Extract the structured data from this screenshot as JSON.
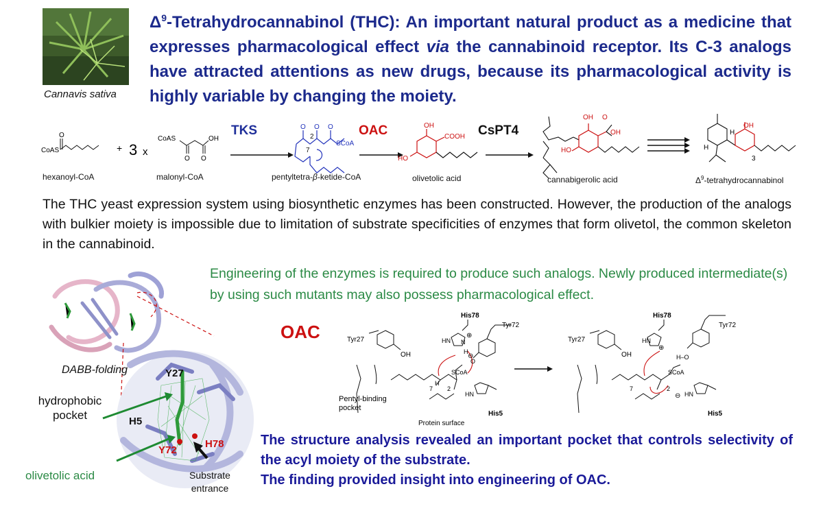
{
  "header": {
    "title_prefix": "Δ",
    "title_sup": "9",
    "title_part1": "-Tetrahydrocannabinol (THC): An important natural product as a medicine that expresses pharmacological effect ",
    "title_via": "via",
    "title_part2": " the cannabinoid receptor. Its C-3 analogs have attracted attentions as new drugs, because its pharmacological activity is highly variable by changing the moiety.",
    "plant_caption": "Cannavis sativa"
  },
  "scheme": {
    "enzymes": {
      "tks": "TKS",
      "oac": "OAC",
      "cspt4": "CsPT4"
    },
    "compounds": {
      "hexanoyl": "hexanoyl-CoA",
      "malonyl": "malonyl-CoA",
      "tetraketide_prefix": "pentyltetra-",
      "tetraketide_beta": "β",
      "tetraketide_suffix": "-ketide-CoA",
      "olivetolic": "olivetolic acid",
      "cbga": "cannabigerolic acid",
      "thc_prefix": "Δ",
      "thc_sup": "9",
      "thc_suffix": "-tetrahydrocannabinol"
    },
    "plus": "+",
    "three": "3",
    "times": "x",
    "atoms": {
      "coas": "CoAS",
      "o": "O",
      "oh": "OH",
      "ho": "HO",
      "cooh": "COOH",
      "scoa": "SCoA",
      "h": "H",
      "two": "2",
      "seven": "7",
      "three": "3"
    }
  },
  "paragraph1": "The THC yeast expression system using biosynthetic enzymes has been constructed. However, the production of the analogs with bulkier moiety is impossible due to limitation of substrate specificities of enzymes that form olivetol, the common skeleton in the cannabinoid.",
  "paragraph2": "Engineering of the enzymes is required to produce such analogs. Newly produced intermediate(s) by using such mutants may also possess pharmacological effect.",
  "structure": {
    "dabb": "DABB-folding",
    "hydrophobic_line1": "hydrophobic",
    "hydrophobic_line2": "pocket",
    "olivetolic": "olivetolic acid",
    "y27": "Y27",
    "h5": "H5",
    "y72": "Y72",
    "h78": "H78",
    "substrate_line1": "Substrate",
    "substrate_line2": "entrance"
  },
  "mechanism": {
    "oac": "OAC",
    "his78": "His78",
    "tyr72": "Tyr72",
    "tyr27": "Tyr27",
    "his5": "His5",
    "pentyl_line1": "Pentyl-binding",
    "pentyl_line2": "pocket",
    "protein_surface": "Protein surface",
    "scoa": "SCoA",
    "oh": "OH",
    "hn": "HN",
    "n": "N",
    "h": "H",
    "ho": "H–O",
    "o": "O",
    "plus": "⊕",
    "minus": "⊖",
    "two": "2",
    "seven": "7"
  },
  "conclusion_line1": "The structure analysis revealed an important pocket that controls selectivity of the acyl moiety of the substrate.",
  "conclusion_line2": "The finding provided insight into engineering of OAC.",
  "colors": {
    "title_blue": "#1c2a8c",
    "tks_blue": "#1f2f9a",
    "oac_red": "#cc1111",
    "green_text": "#2b8a45",
    "conclusion_blue": "#1a1a99"
  }
}
